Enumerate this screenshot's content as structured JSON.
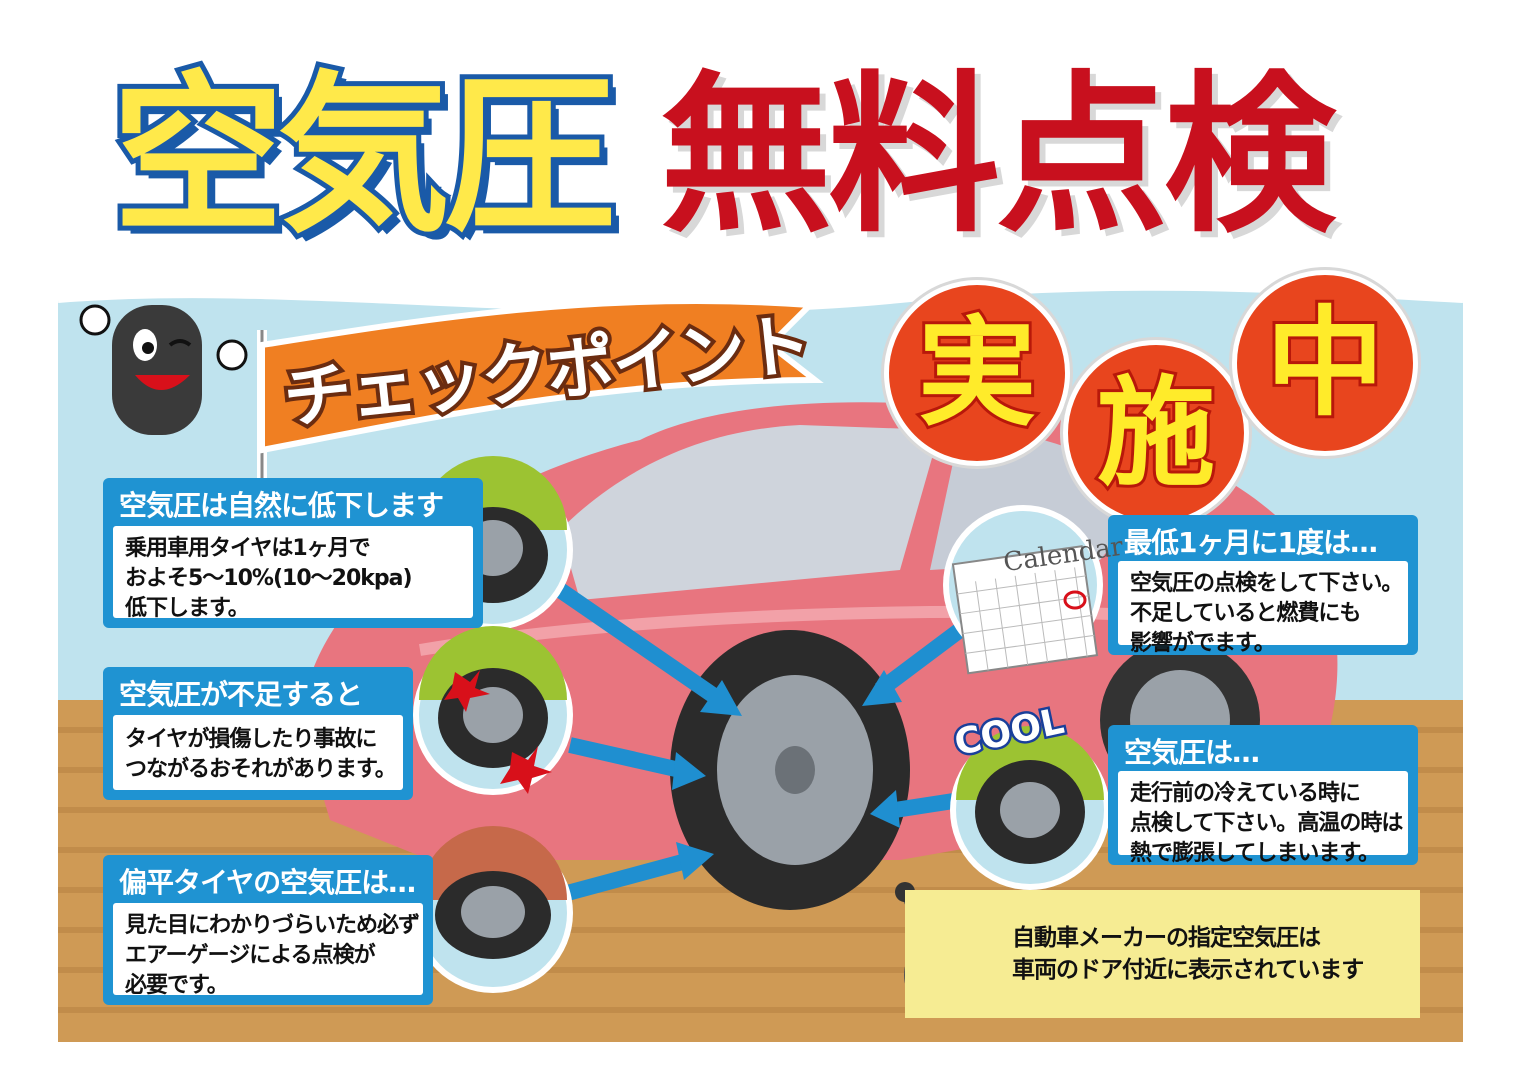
{
  "headline": {
    "part1": "空気圧",
    "part2": "無料点検"
  },
  "badges": [
    "実",
    "施",
    "中"
  ],
  "flag_label": "チェックポイント",
  "panels": [
    {
      "title": "空気圧は自然に低下します",
      "lines": [
        "乗用車用タイヤは1ヶ月で",
        "およそ5〜10%(10〜20kpa)",
        "低下します。"
      ]
    },
    {
      "title": "空気圧が不足すると",
      "lines": [
        "タイヤが損傷したり事故に",
        "つながるおそれがあります。"
      ]
    },
    {
      "title": "偏平タイヤの空気圧は…",
      "lines": [
        "見た目にわかりづらいため必ず",
        "エアーゲージによる点検が",
        "必要です。"
      ]
    },
    {
      "title": "最低1ヶ月に1度は…",
      "lines": [
        "空気圧の点検をして下さい。",
        "不足していると燃費にも",
        "影響がでます。"
      ]
    },
    {
      "title": "空気圧は…",
      "lines": [
        "走行前の冷えている時に",
        "点検して下さい。高温の時は",
        "熱で膨張してしまいます。"
      ]
    }
  ],
  "calendar_label": "Calendar",
  "cool_label": "COOL",
  "note": {
    "line1": "自動車メーカーの指定空気圧は",
    "line2": "車両のドア付近に表示されています"
  },
  "colors": {
    "blue_panel": "#1f93d2",
    "red_title": "#c8101e",
    "yellow_title": "#ffe94a",
    "badge_orange": "#e8451e",
    "car_pink": "#e8757f",
    "ground": "#cf9a55",
    "sky": "#bfe3ee"
  }
}
